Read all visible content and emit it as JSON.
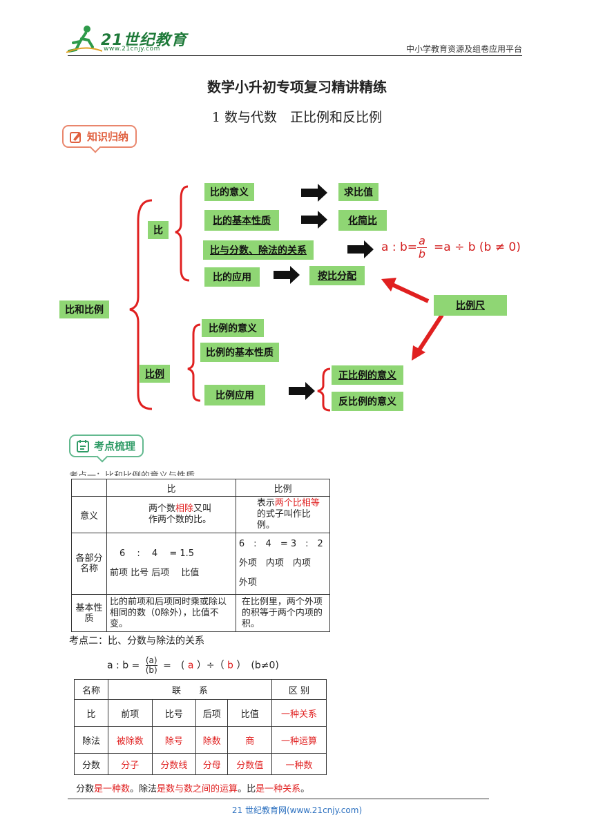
{
  "header": {
    "logo_text": "21世纪教育",
    "logo_url": "www.21cnjy.com",
    "right_text": "中小学教育资源及组卷应用平台"
  },
  "title": "数学小升初专项复习精讲精练",
  "subtitle": "1 数与代数　正比例和反比例",
  "section1": "知识归纳",
  "section2": "考点梳理",
  "mindmap": {
    "root": "比和比例",
    "bi": "比",
    "bili": "比例",
    "bi_meaning": "比的意义",
    "bi_value": "求比值",
    "bi_property": "比的基本性质",
    "bi_simplify": "化简比",
    "bi_relation": "比与分数、除法的关系",
    "bi_application": "比的应用",
    "bi_allocate": "按比分配",
    "scale": "比例尺",
    "bili_meaning": "比例的意义",
    "bili_property": "比例的基本性质",
    "bili_application": "比例应用",
    "direct": "正比例的意义",
    "inverse": "反比例的意义",
    "formula_left": "a : b=",
    "frac_num": "a",
    "frac_den": "b",
    "formula_right": "=a ÷ b (b ≠ 0)"
  },
  "kaodian1": "考点一：比和比例的意义与性质",
  "table1": {
    "head_bi": "比",
    "head_bili": "比例",
    "row1_label": "意义",
    "row1_bi_a": "两个数",
    "row1_bi_red": "相除",
    "row1_bi_b": "又叫",
    "row1_bi_c": "作两个数的比。",
    "row1_bili_a": "表示",
    "row1_bili_red": "两个比相等",
    "row1_bili_b": "的式子叫作比例。",
    "row2_label": "各部分名称",
    "row2_bi_top": "6　 :　 4　 = 1.5",
    "row2_bi_bottom": "前项 比号 后项　 比值",
    "row2_bili_top": "6　:　4　= 3　:　2",
    "row2_bili_bottom": "外项　内项　内项　 外项",
    "row3_label": "基本性质",
    "row3_bi": "比的前项和后项同时乘或除以相同的数（0除外），比值不变。",
    "row3_bili": "在比例里，两个外项的积等于两个内项的积。"
  },
  "kaodian2": "考点二：比、分数与除法的关系",
  "eq": {
    "a": "a : b =",
    "frac_top": "(a)",
    "frac_bottom": "(b)",
    "mid": "=　(",
    "a_red": "a",
    "mid2": "）÷（",
    "b_red": "b",
    "end": "）　(b≠0)"
  },
  "table2": {
    "h_name": "名称",
    "h_link": "联　　系",
    "h_diff": "区 别",
    "rows": [
      {
        "name": "比",
        "c1": "前项",
        "c2": "比号",
        "c3": "后项",
        "c4": "比值",
        "diff": "一种关系"
      },
      {
        "name": "除法",
        "c1": "被除数",
        "c2": "除号",
        "c3": "除数",
        "c4": "商",
        "diff": "一种运算"
      },
      {
        "name": "分数",
        "c1": "分子",
        "c2": "分数线",
        "c3": "分母",
        "c4": "分数值",
        "diff": "一种数"
      }
    ]
  },
  "summary": {
    "s1": "分数",
    "s1r": "是一种数",
    "s2": "。除法",
    "s2r": "是数与数之间的运算",
    "s3": "。比",
    "s3r": "是一种关系",
    "s4": "。"
  },
  "footer": "21 世纪教育网(www.21cnjy.com)",
  "colors": {
    "red": "#e02020",
    "green_node": "#8fd674",
    "brand_green": "#1f7a3a"
  }
}
